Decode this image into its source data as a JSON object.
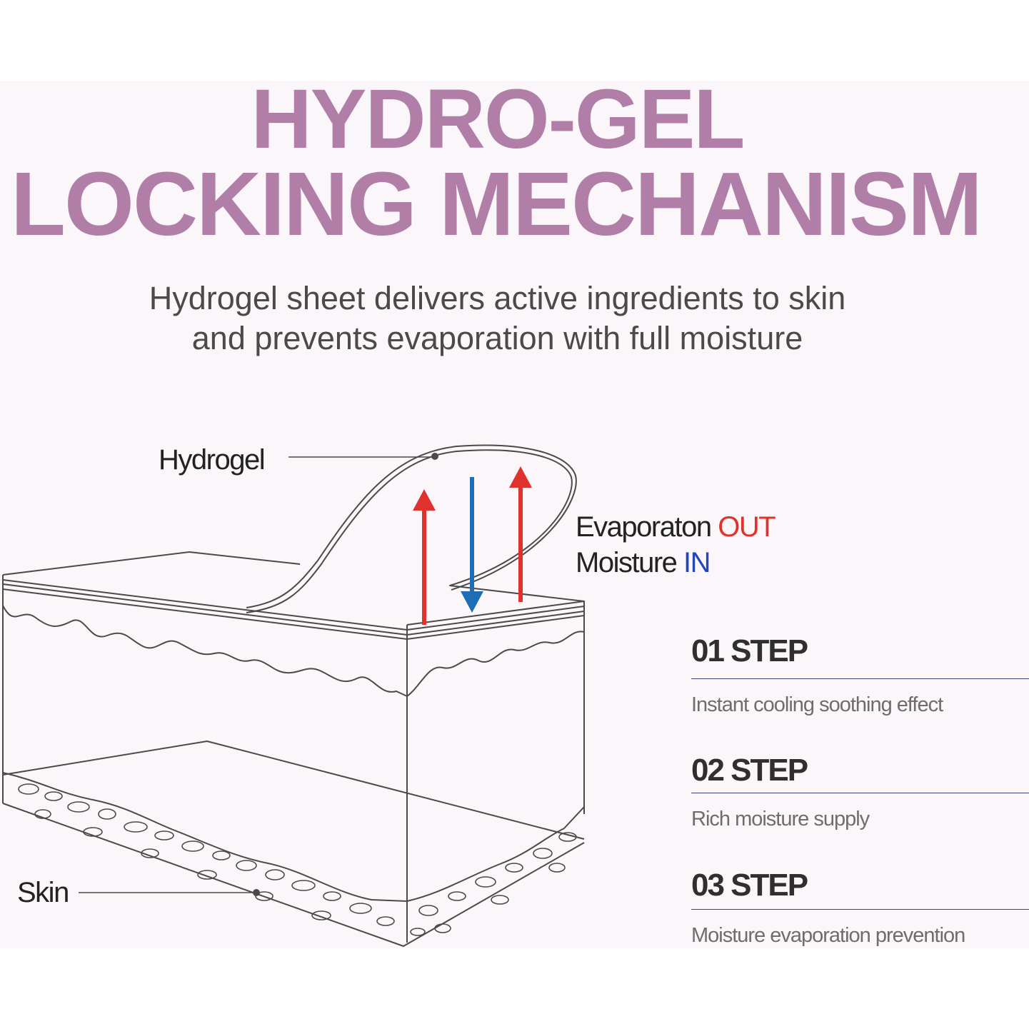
{
  "title": {
    "line1": "HYDRO-GEL",
    "line2": "LOCKING MECHANISM"
  },
  "subtitle": {
    "line1": "Hydrogel sheet delivers active ingredients to skin",
    "line2": "and prevents evaporation with full moisture"
  },
  "diagram": {
    "hydrogel_label": "Hydrogel",
    "skin_label": "Skin",
    "evaporation_text": "Evaporaton",
    "evaporation_highlight": "OUT",
    "moisture_text": "Moisture",
    "moisture_highlight": "IN",
    "colors": {
      "out_arrow": "#e0322c",
      "in_arrow": "#1f6db5",
      "outline": "#4a4a4a"
    }
  },
  "steps": [
    {
      "title": "01 STEP",
      "description": "Instant cooling soothing effect"
    },
    {
      "title": "02 STEP",
      "description": "Rich moisture supply"
    },
    {
      "title": "03 STEP",
      "description": "Moisture evaporation prevention"
    }
  ],
  "accent_color": "#b07ea7"
}
